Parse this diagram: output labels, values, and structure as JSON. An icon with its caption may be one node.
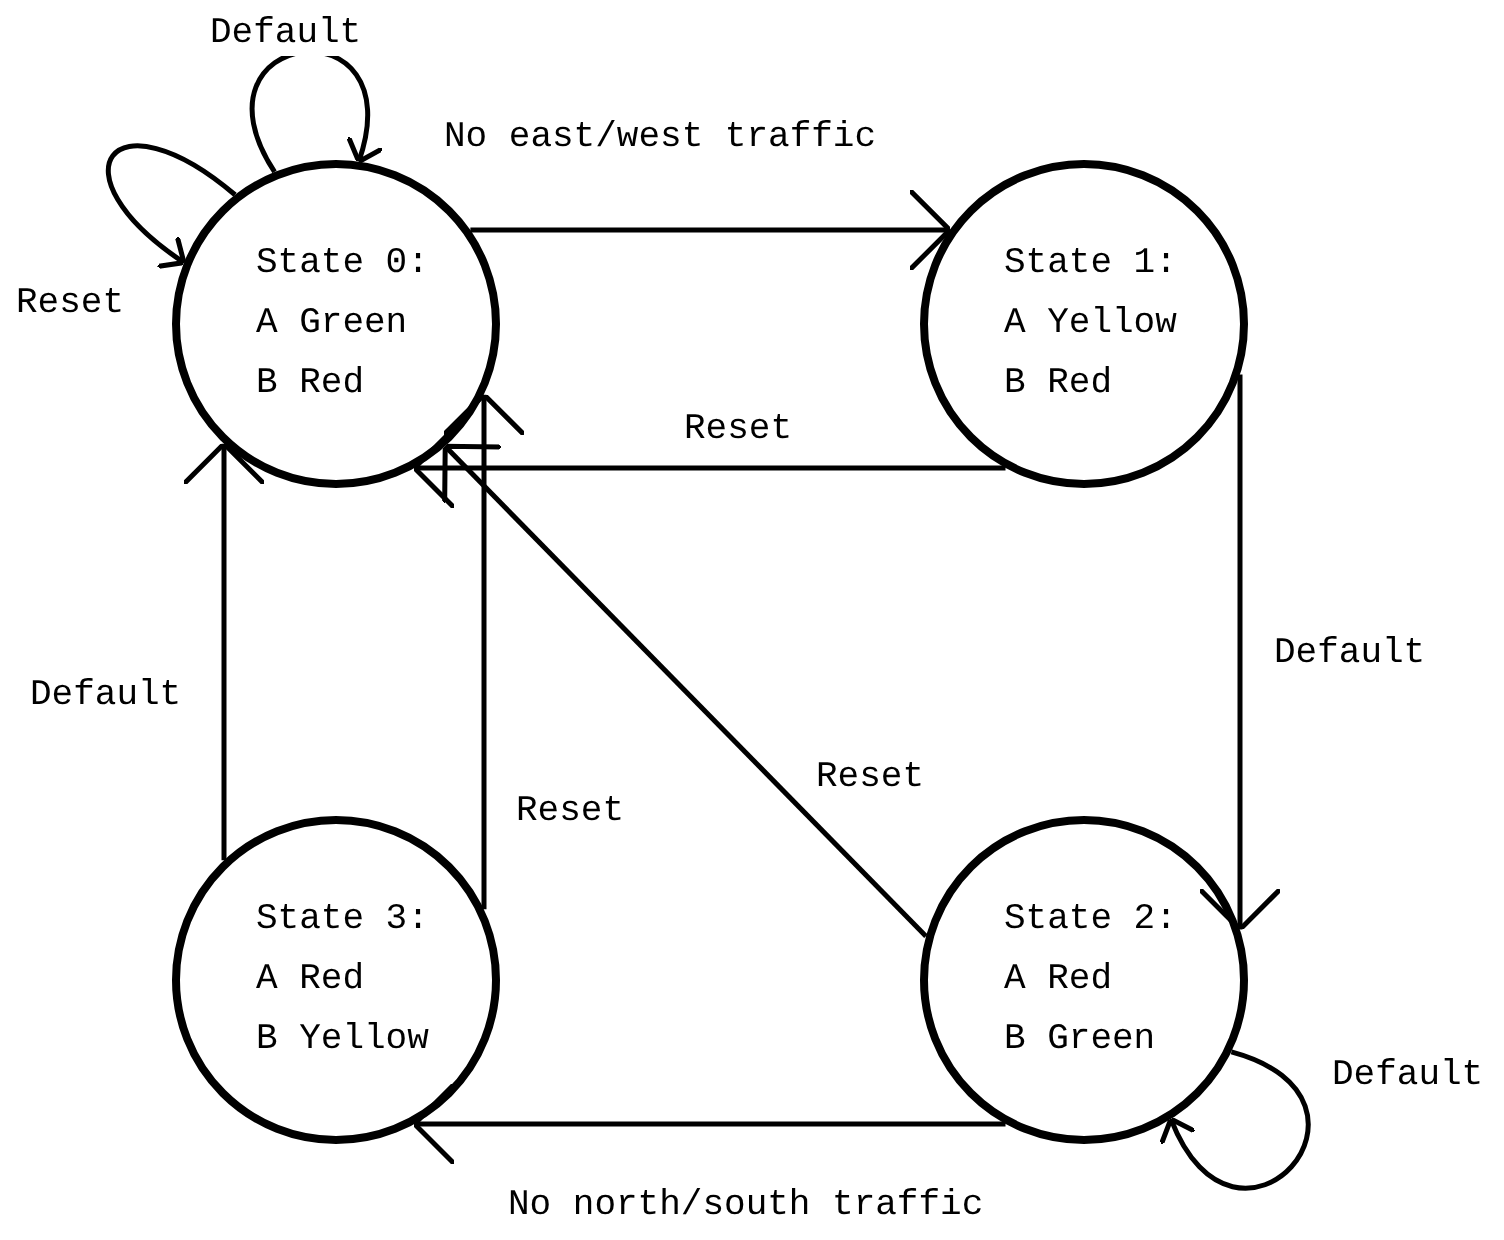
{
  "diagram": {
    "nodes": [
      {
        "text": [
          "State 0:",
          "A Green",
          "B Red"
        ]
      },
      {
        "text": [
          "State 1:",
          "A Yellow",
          "B Red"
        ]
      },
      {
        "text": [
          "State 2:",
          "A Red",
          "B Green"
        ]
      },
      {
        "text": [
          "State 3:",
          "A Red",
          "B Yellow"
        ]
      }
    ],
    "edges": [
      {
        "from": 0,
        "to": 1,
        "arrow": "to",
        "label": "No east/west traffic"
      },
      {
        "from": 1,
        "to": 0,
        "arrow": "to",
        "label": "Reset"
      },
      {
        "from": 1,
        "to": 2,
        "arrow": "to",
        "label": "Default"
      },
      {
        "from": 2,
        "to": 0,
        "arrow": "to",
        "label": "Reset"
      },
      {
        "from": 2,
        "to": 3,
        "arrow": "to",
        "label": "No north/south traffic"
      },
      {
        "from": 3,
        "to": 0,
        "arrow": "to",
        "label": "Default"
      },
      {
        "from": 3,
        "to": 0,
        "arrow": "to",
        "label": "Reset"
      },
      {
        "from": 0,
        "to": 0,
        "arrow": "to",
        "label": "Default"
      },
      {
        "from": 0,
        "to": 0,
        "arrow": "to",
        "label": "Reset"
      },
      {
        "from": 2,
        "to": 2,
        "arrow": "to",
        "label": "Default"
      }
    ]
  }
}
